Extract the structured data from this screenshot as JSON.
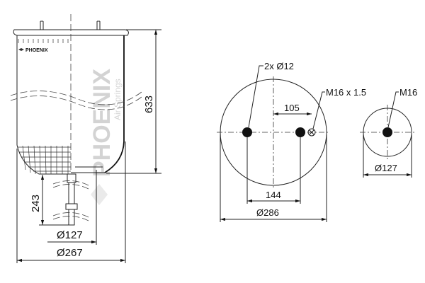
{
  "side_view": {
    "logo_text": "PHOENIX",
    "watermark_brand": "PHOENIX",
    "watermark_sub": "Air Springs",
    "dim_height": "633",
    "dim_stud": "243",
    "dim_piston_dia": "Ø127",
    "dim_body_dia": "Ø267"
  },
  "top_plate_view": {
    "hole_label": "2x Ø12",
    "air_port_label": "M16 x 1.5",
    "dim_port_offset": "105",
    "dim_hole_spacing": "144",
    "dim_plate_dia": "Ø286"
  },
  "piston_view": {
    "stud_label": "M16",
    "dim_piston_dia": "Ø127"
  }
}
